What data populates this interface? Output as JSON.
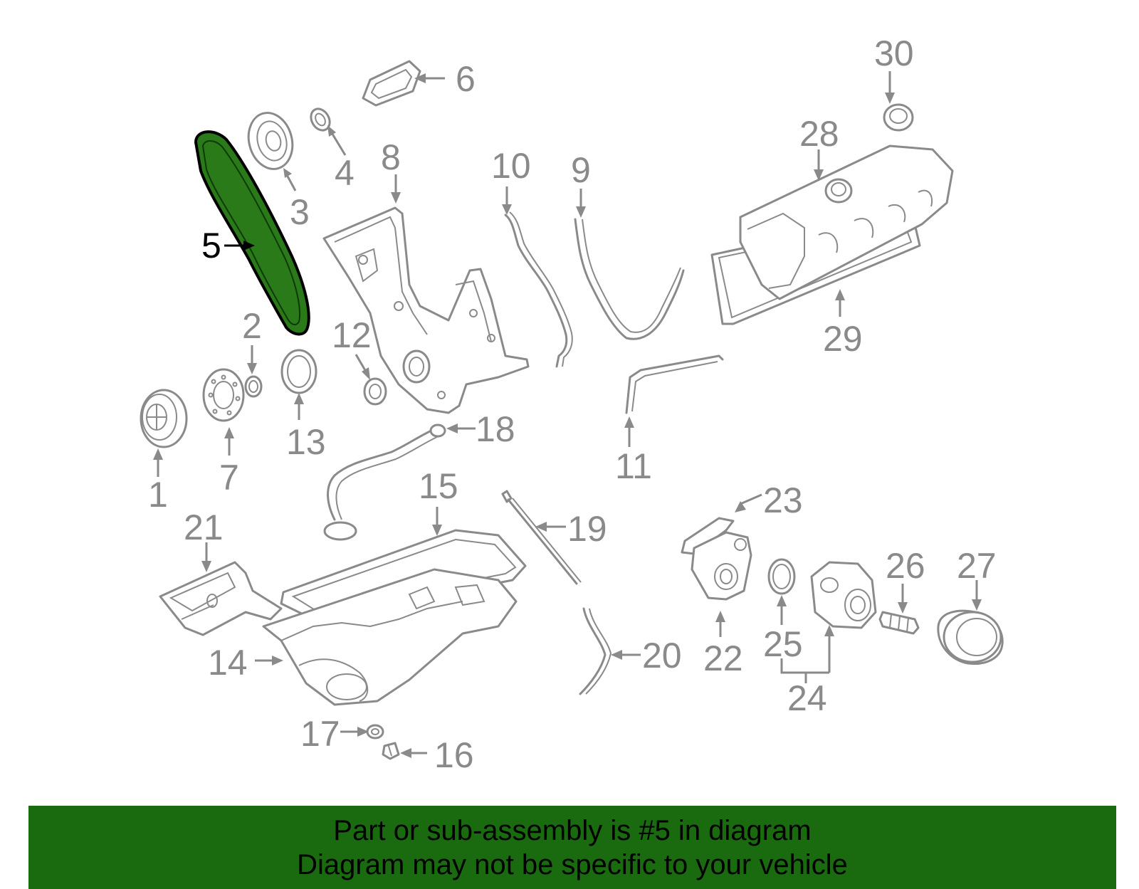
{
  "diagram": {
    "highlight_color": "#2a7a1a",
    "labels": {
      "p1": "1",
      "p2": "2",
      "p3": "3",
      "p4": "4",
      "p5": "5",
      "p6": "6",
      "p7": "7",
      "p8": "8",
      "p9": "9",
      "p10": "10",
      "p11": "11",
      "p12": "12",
      "p13": "13",
      "p14": "14",
      "p15": "15",
      "p16": "16",
      "p17": "17",
      "p18": "18",
      "p19": "19",
      "p20": "20",
      "p21": "21",
      "p22": "22",
      "p23": "23",
      "p24": "24",
      "p25": "25",
      "p26": "26",
      "p27": "27",
      "p28": "28",
      "p29": "29",
      "p30": "30"
    }
  },
  "banner": {
    "line1": "Part or sub-assembly is #5 in diagram",
    "line2": "Diagram may not be specific to your vehicle",
    "background": "#1a6b0f"
  }
}
